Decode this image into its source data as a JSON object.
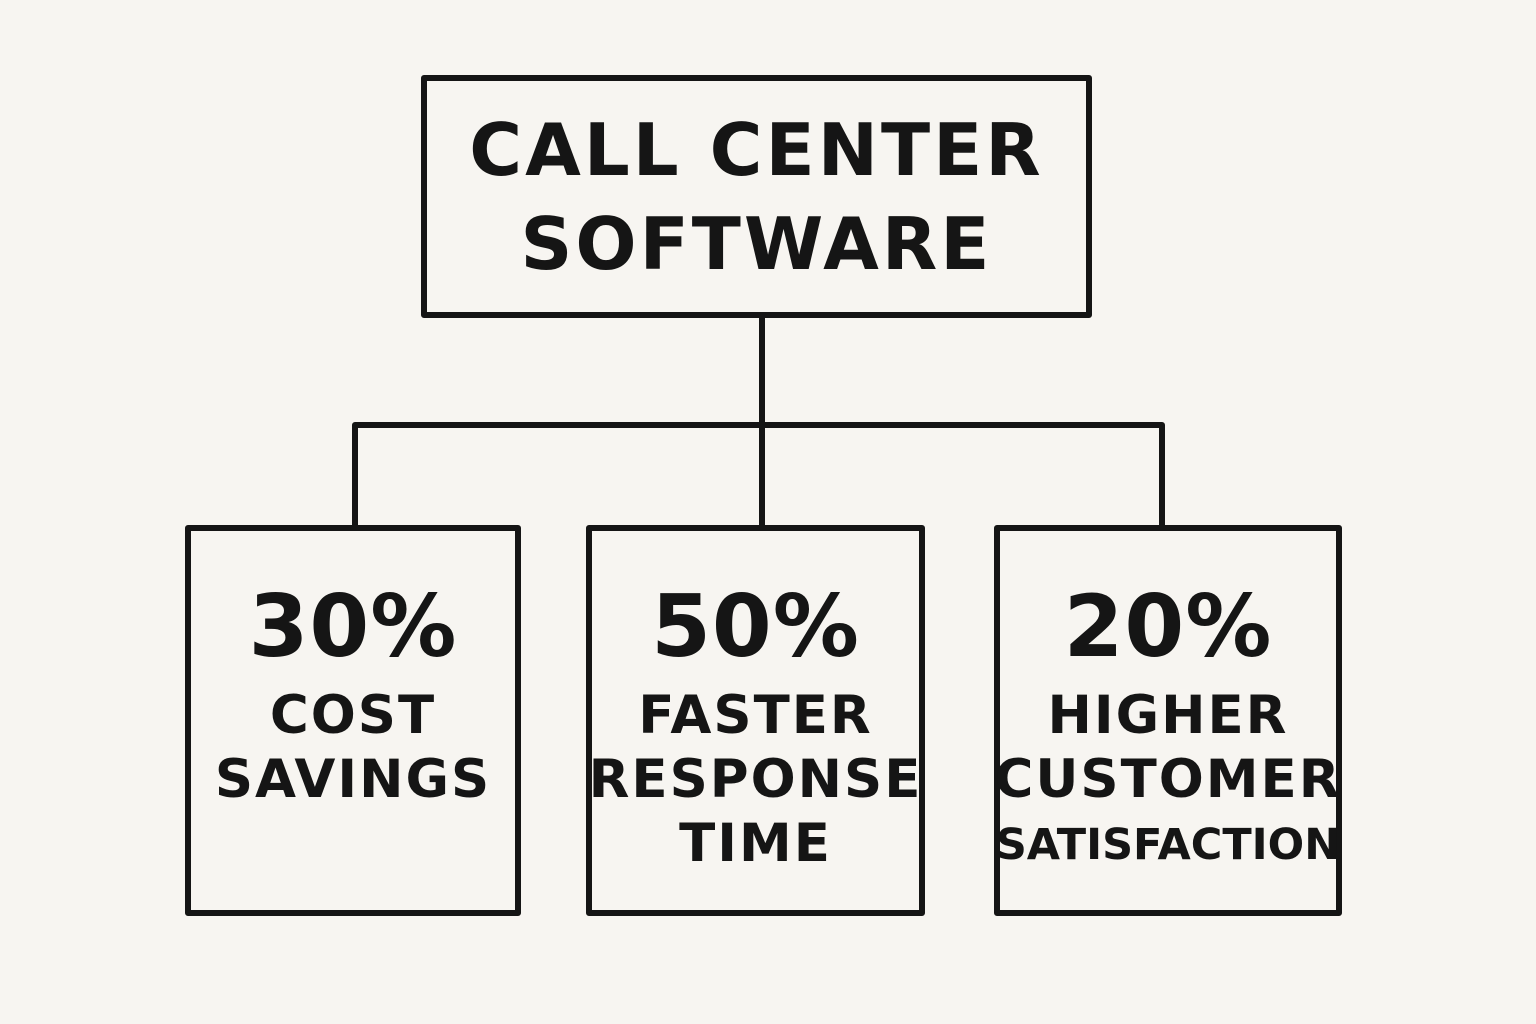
{
  "root": {
    "lines": [
      "CALL CENTER",
      "SOFTWARE"
    ]
  },
  "children": [
    {
      "value": "30%",
      "lines": [
        "COST",
        "SAVINGS"
      ]
    },
    {
      "value": "50%",
      "lines": [
        "FASTER",
        "RESPONSE",
        "TIME"
      ]
    },
    {
      "value": "20%",
      "lines": [
        "HIGHER",
        "CUSTOMER",
        "SATISFACTION"
      ]
    }
  ],
  "colors": {
    "background": "#f7f5f1",
    "ink": "#151515"
  }
}
